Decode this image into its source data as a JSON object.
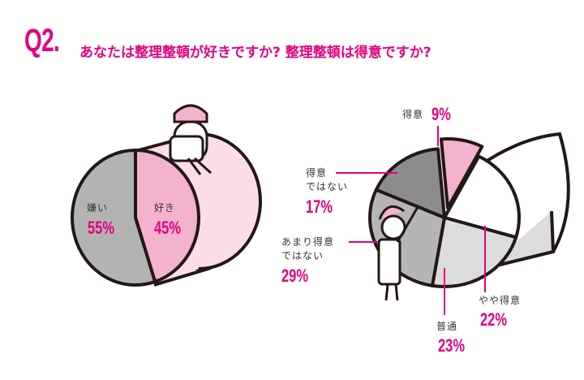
{
  "header": {
    "question_number": "Q2.",
    "title": "あなたは整理整頓が好きですか? 整理整頓は得意ですか?"
  },
  "colors": {
    "accent": "#e4007f",
    "outline": "#231815"
  },
  "chart_data": [
    {
      "type": "pie",
      "title": "あなたは整理整頓が好きですか?",
      "slices": [
        {
          "label": "好き",
          "value": 45,
          "pct_label": "45%",
          "color": "#f3b2cd"
        },
        {
          "label": "嫌い",
          "value": 55,
          "pct_label": "55%",
          "color": "#b3b3b3"
        }
      ]
    },
    {
      "type": "pie",
      "title": "整理整頓は得意ですか?",
      "slices": [
        {
          "label": "得意",
          "value": 9,
          "pct_label": "9%",
          "color": "#f3b2cd",
          "exploded": true
        },
        {
          "label": "やや得意",
          "value": 22,
          "pct_label": "22%",
          "color": "#ffffff"
        },
        {
          "label": "普通",
          "value": 23,
          "pct_label": "23%",
          "color": "#dcdcdc"
        },
        {
          "label": "あまり得意ではない",
          "label_lines": [
            "あまり得意",
            "ではない"
          ],
          "value": 29,
          "pct_label": "29%",
          "color": "#b5b5b5"
        },
        {
          "label": "得意ではない",
          "label_lines": [
            "得意",
            "ではない"
          ],
          "value": 17,
          "pct_label": "17%",
          "color": "#8c8c8c"
        }
      ]
    }
  ]
}
